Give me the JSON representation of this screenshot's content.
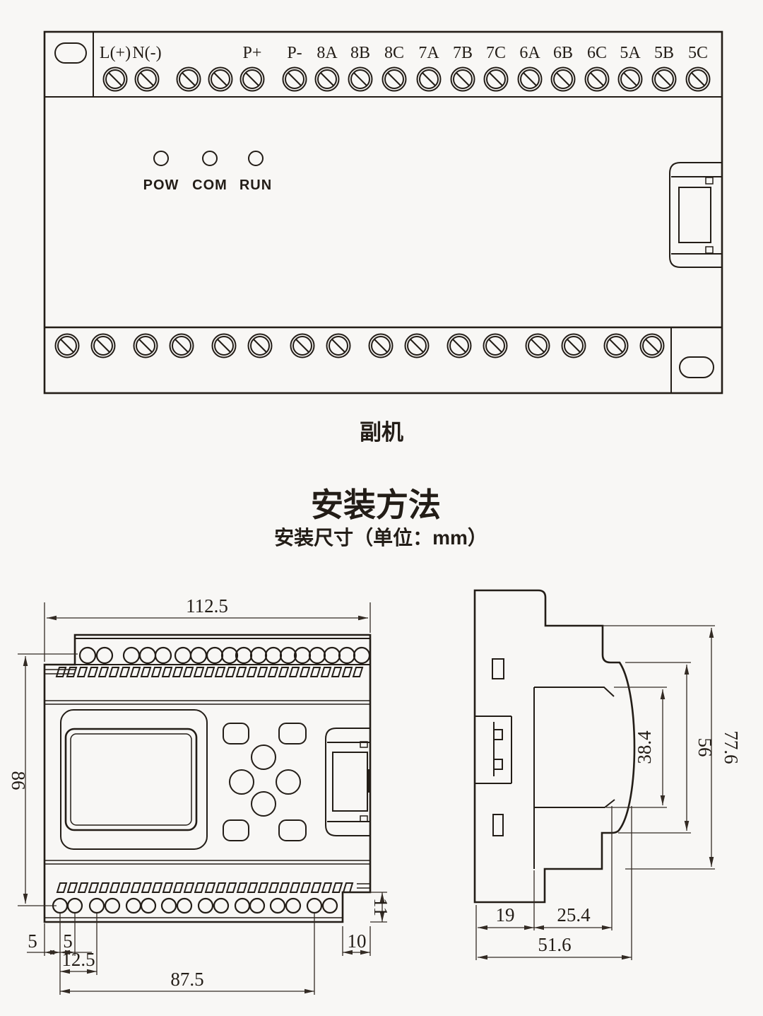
{
  "device": {
    "name": "副机",
    "terminal_labels": [
      "L(+)",
      "N(-)",
      "",
      "",
      "P+",
      "P-",
      "8A",
      "8B",
      "8C",
      "7A",
      "7B",
      "7C",
      "6A",
      "6B",
      "6C",
      "5A",
      "5B",
      "5C"
    ],
    "leds": [
      "POW",
      "COM",
      "RUN"
    ]
  },
  "section": {
    "title": "安装方法",
    "subtitle": "安装尺寸（单位：mm）"
  },
  "front_view": {
    "dims": {
      "width": "112.5",
      "height": "86",
      "edge_to_hole": "5",
      "hole_pitch": "5",
      "hole_offset": "12.5",
      "hole_span": "87.5",
      "notch_width": "10",
      "notch_height": "11"
    }
  },
  "side_view": {
    "dims": {
      "window_height": "38.4",
      "front_height": "56",
      "total_height": "77.6",
      "depth_a": "19",
      "depth_b": "25.4",
      "total_depth": "51.6"
    }
  },
  "colors": {
    "line": "#231d17",
    "background": "#f8f7f5"
  }
}
